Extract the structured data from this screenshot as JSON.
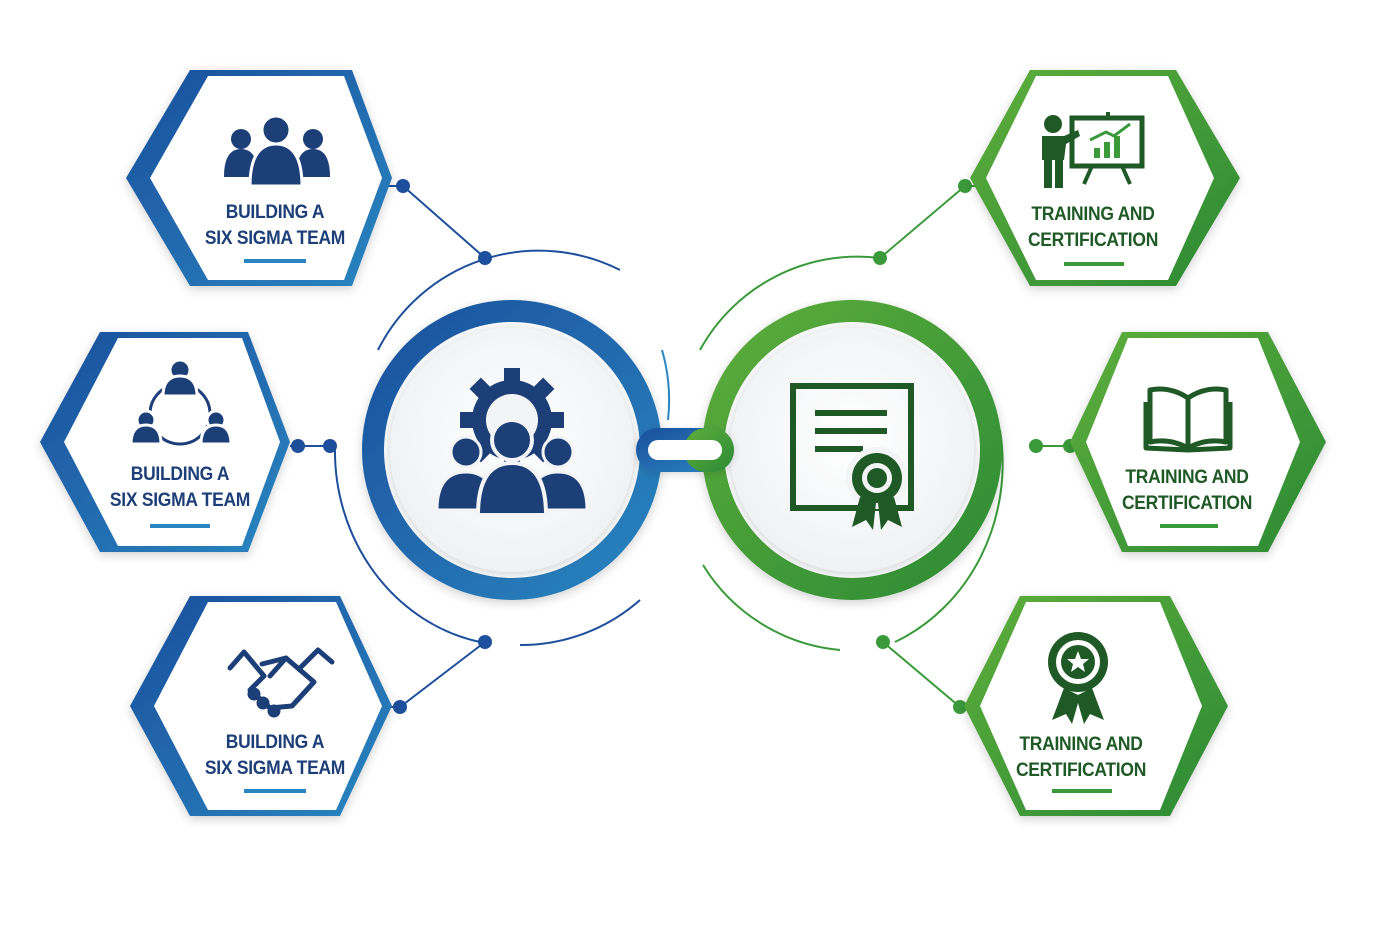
{
  "colors": {
    "blue_dark": "#1d4f9c",
    "blue_accent": "#2a86c0",
    "blue_icon": "#1d3f78",
    "green_dark": "#2c8a35",
    "green_accent": "#5eae3b",
    "green_icon": "#1f5a26"
  },
  "left_hub": {
    "icon": "team-gear-icon"
  },
  "right_hub": {
    "icon": "certificate-icon"
  },
  "connector": {
    "icon": "chain-link-icon"
  },
  "left_nodes": [
    {
      "line1": "BUILDING A",
      "line2": "SIX SIGMA TEAM",
      "icon": "people-group-icon"
    },
    {
      "line1": "BUILDING A",
      "line2": "SIX SIGMA TEAM",
      "icon": "network-people-icon"
    },
    {
      "line1": "BUILDING A",
      "line2": "SIX SIGMA TEAM",
      "icon": "handshake-icon"
    }
  ],
  "right_nodes": [
    {
      "line1": "TRAINING AND",
      "line2": "CERTIFICATION",
      "icon": "presenter-chart-icon"
    },
    {
      "line1": "TRAINING AND",
      "line2": "CERTIFICATION",
      "icon": "open-book-icon"
    },
    {
      "line1": "TRAINING AND",
      "line2": "CERTIFICATION",
      "icon": "award-ribbon-icon"
    }
  ]
}
